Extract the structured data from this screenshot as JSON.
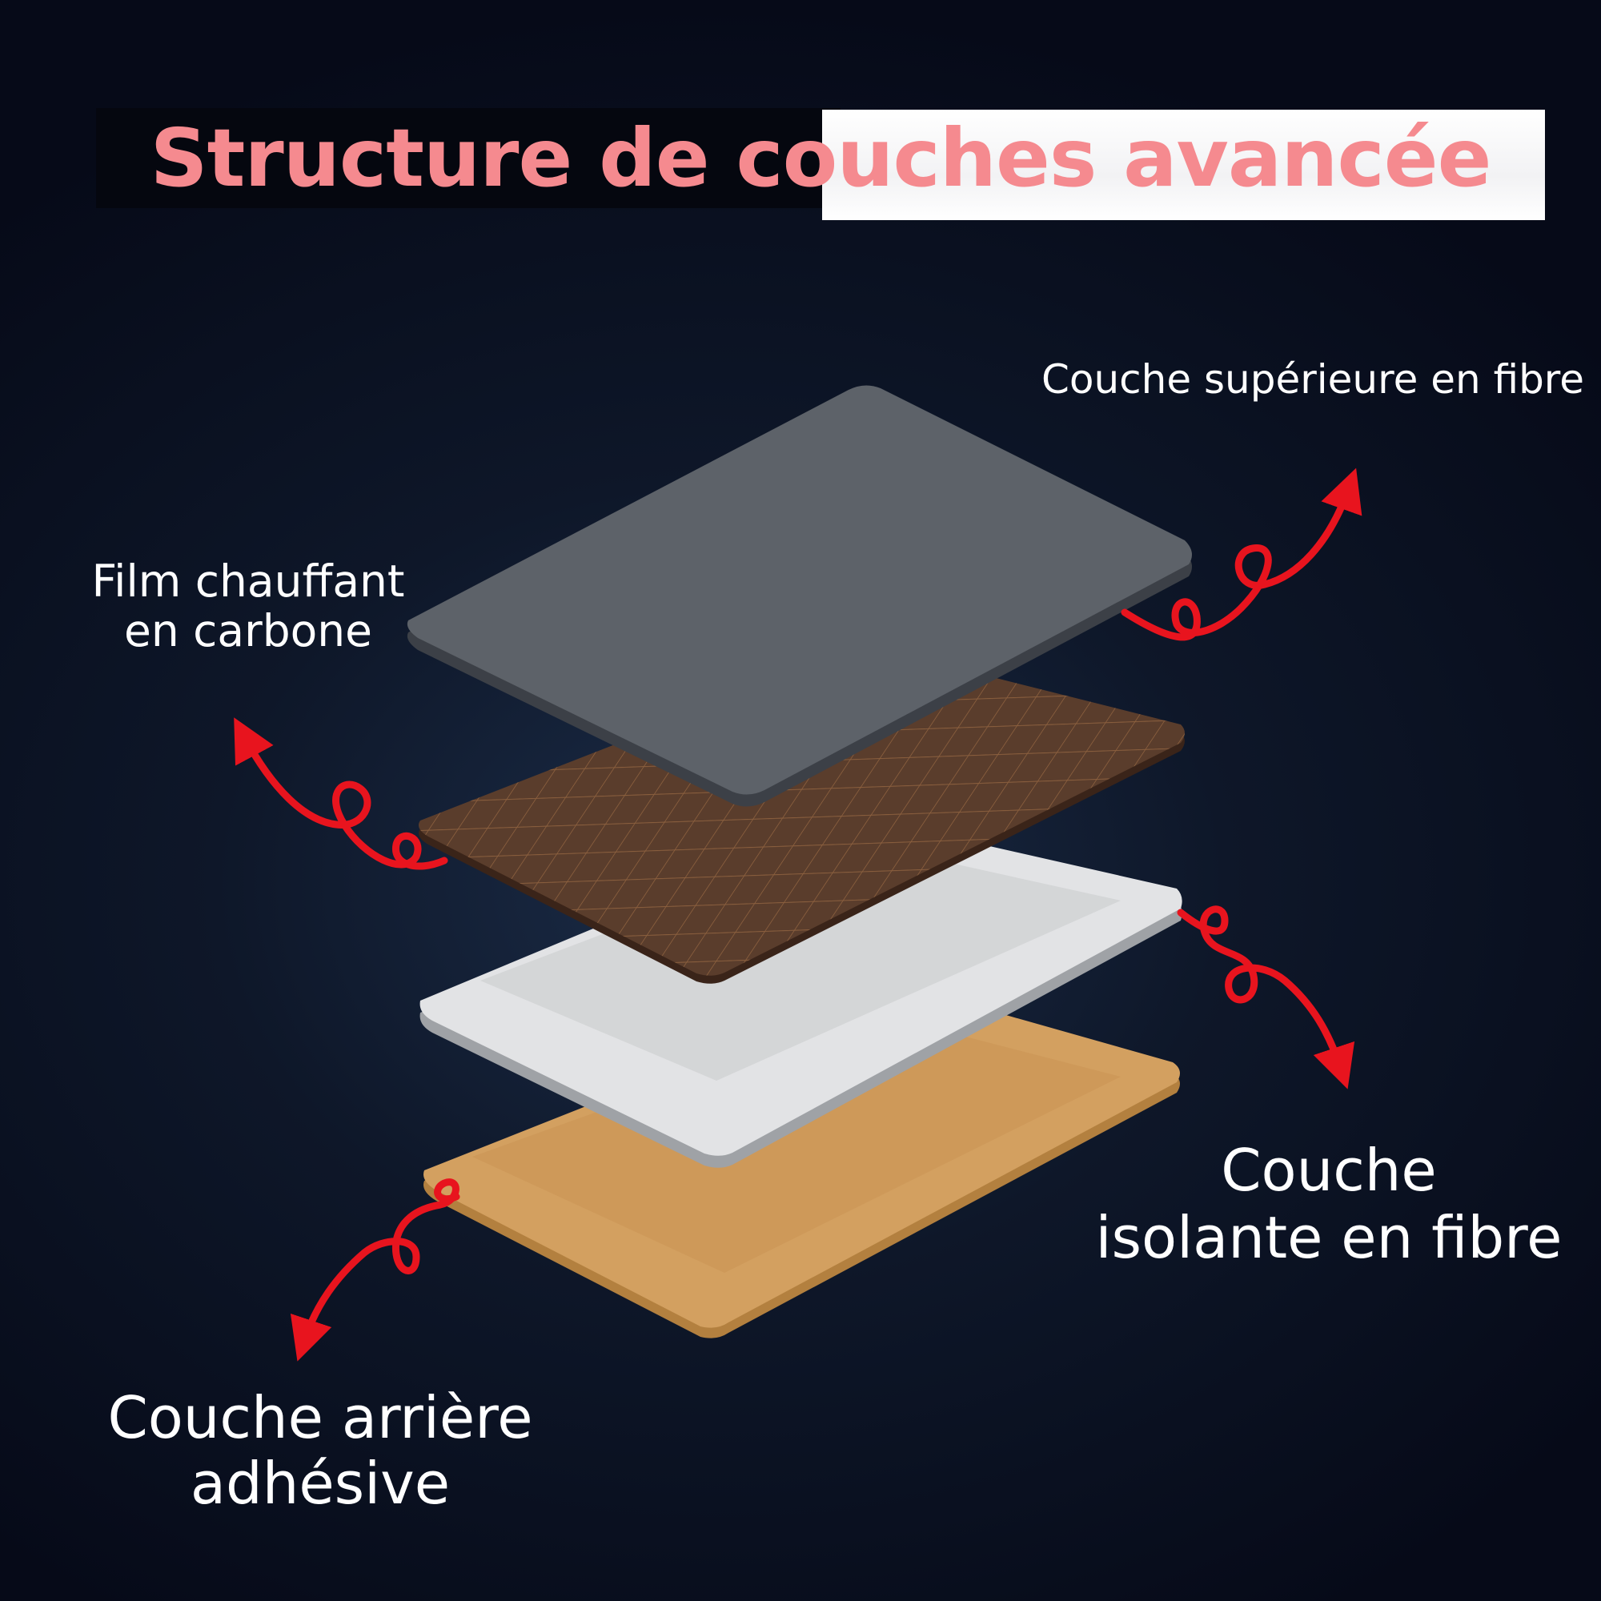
{
  "title": "Structure de couches avancée",
  "labels": {
    "top_layer": "Couche supérieure en fibre",
    "carbon_film": [
      "Film chauffant",
      "en carbone"
    ],
    "insulating_layer": [
      "Couche",
      "isolante en fibre"
    ],
    "adhesive_layer": [
      "Couche arrière",
      "adhésive"
    ]
  },
  "colors": {
    "title": "#f58a8f",
    "arrows": "#e8141e",
    "top_layer": "#5d6269",
    "carbon_film": "#5a3d2c",
    "insulating_layer": "#d9dadc",
    "adhesive_layer": "#d3a060"
  }
}
